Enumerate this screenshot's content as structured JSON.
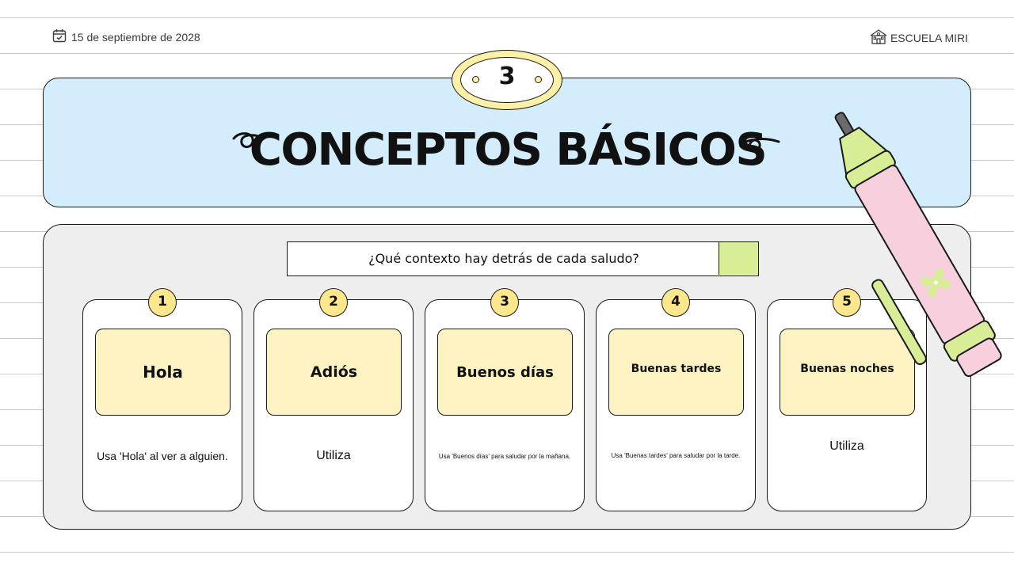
{
  "header": {
    "date": "15 de septiembre de 2028",
    "brand": "ESCUELA MIRI",
    "calendar_icon": "calendar-icon",
    "school_icon": "school-icon"
  },
  "section": {
    "number": "3",
    "title": "CONCEPTOS BÁSICOS"
  },
  "question": {
    "text": "¿Qué contexto hay detrás de cada saludo?"
  },
  "cards": [
    {
      "number": "1",
      "label": "Hola",
      "description": "Usa 'Hola' al ver a alguien."
    },
    {
      "number": "2",
      "label": "Adiós",
      "description": "Utiliza"
    },
    {
      "number": "3",
      "label": "Buenos días",
      "description": "Usa 'Buenos días' para saludar por la mañana."
    },
    {
      "number": "4",
      "label": "Buenas tardes",
      "description": "Usa 'Buenas tardes' para saludar por la tarde."
    },
    {
      "number": "5",
      "label": "Buenas noches",
      "description": "Utiliza"
    }
  ],
  "colors": {
    "title_panel": "#d3edfc",
    "content_panel": "#eeeeef",
    "card_label": "#fdf3c2",
    "number_badge": "#fde78c",
    "accent_green": "#d7ee97",
    "pencil_pink": "#f8cfdc"
  }
}
